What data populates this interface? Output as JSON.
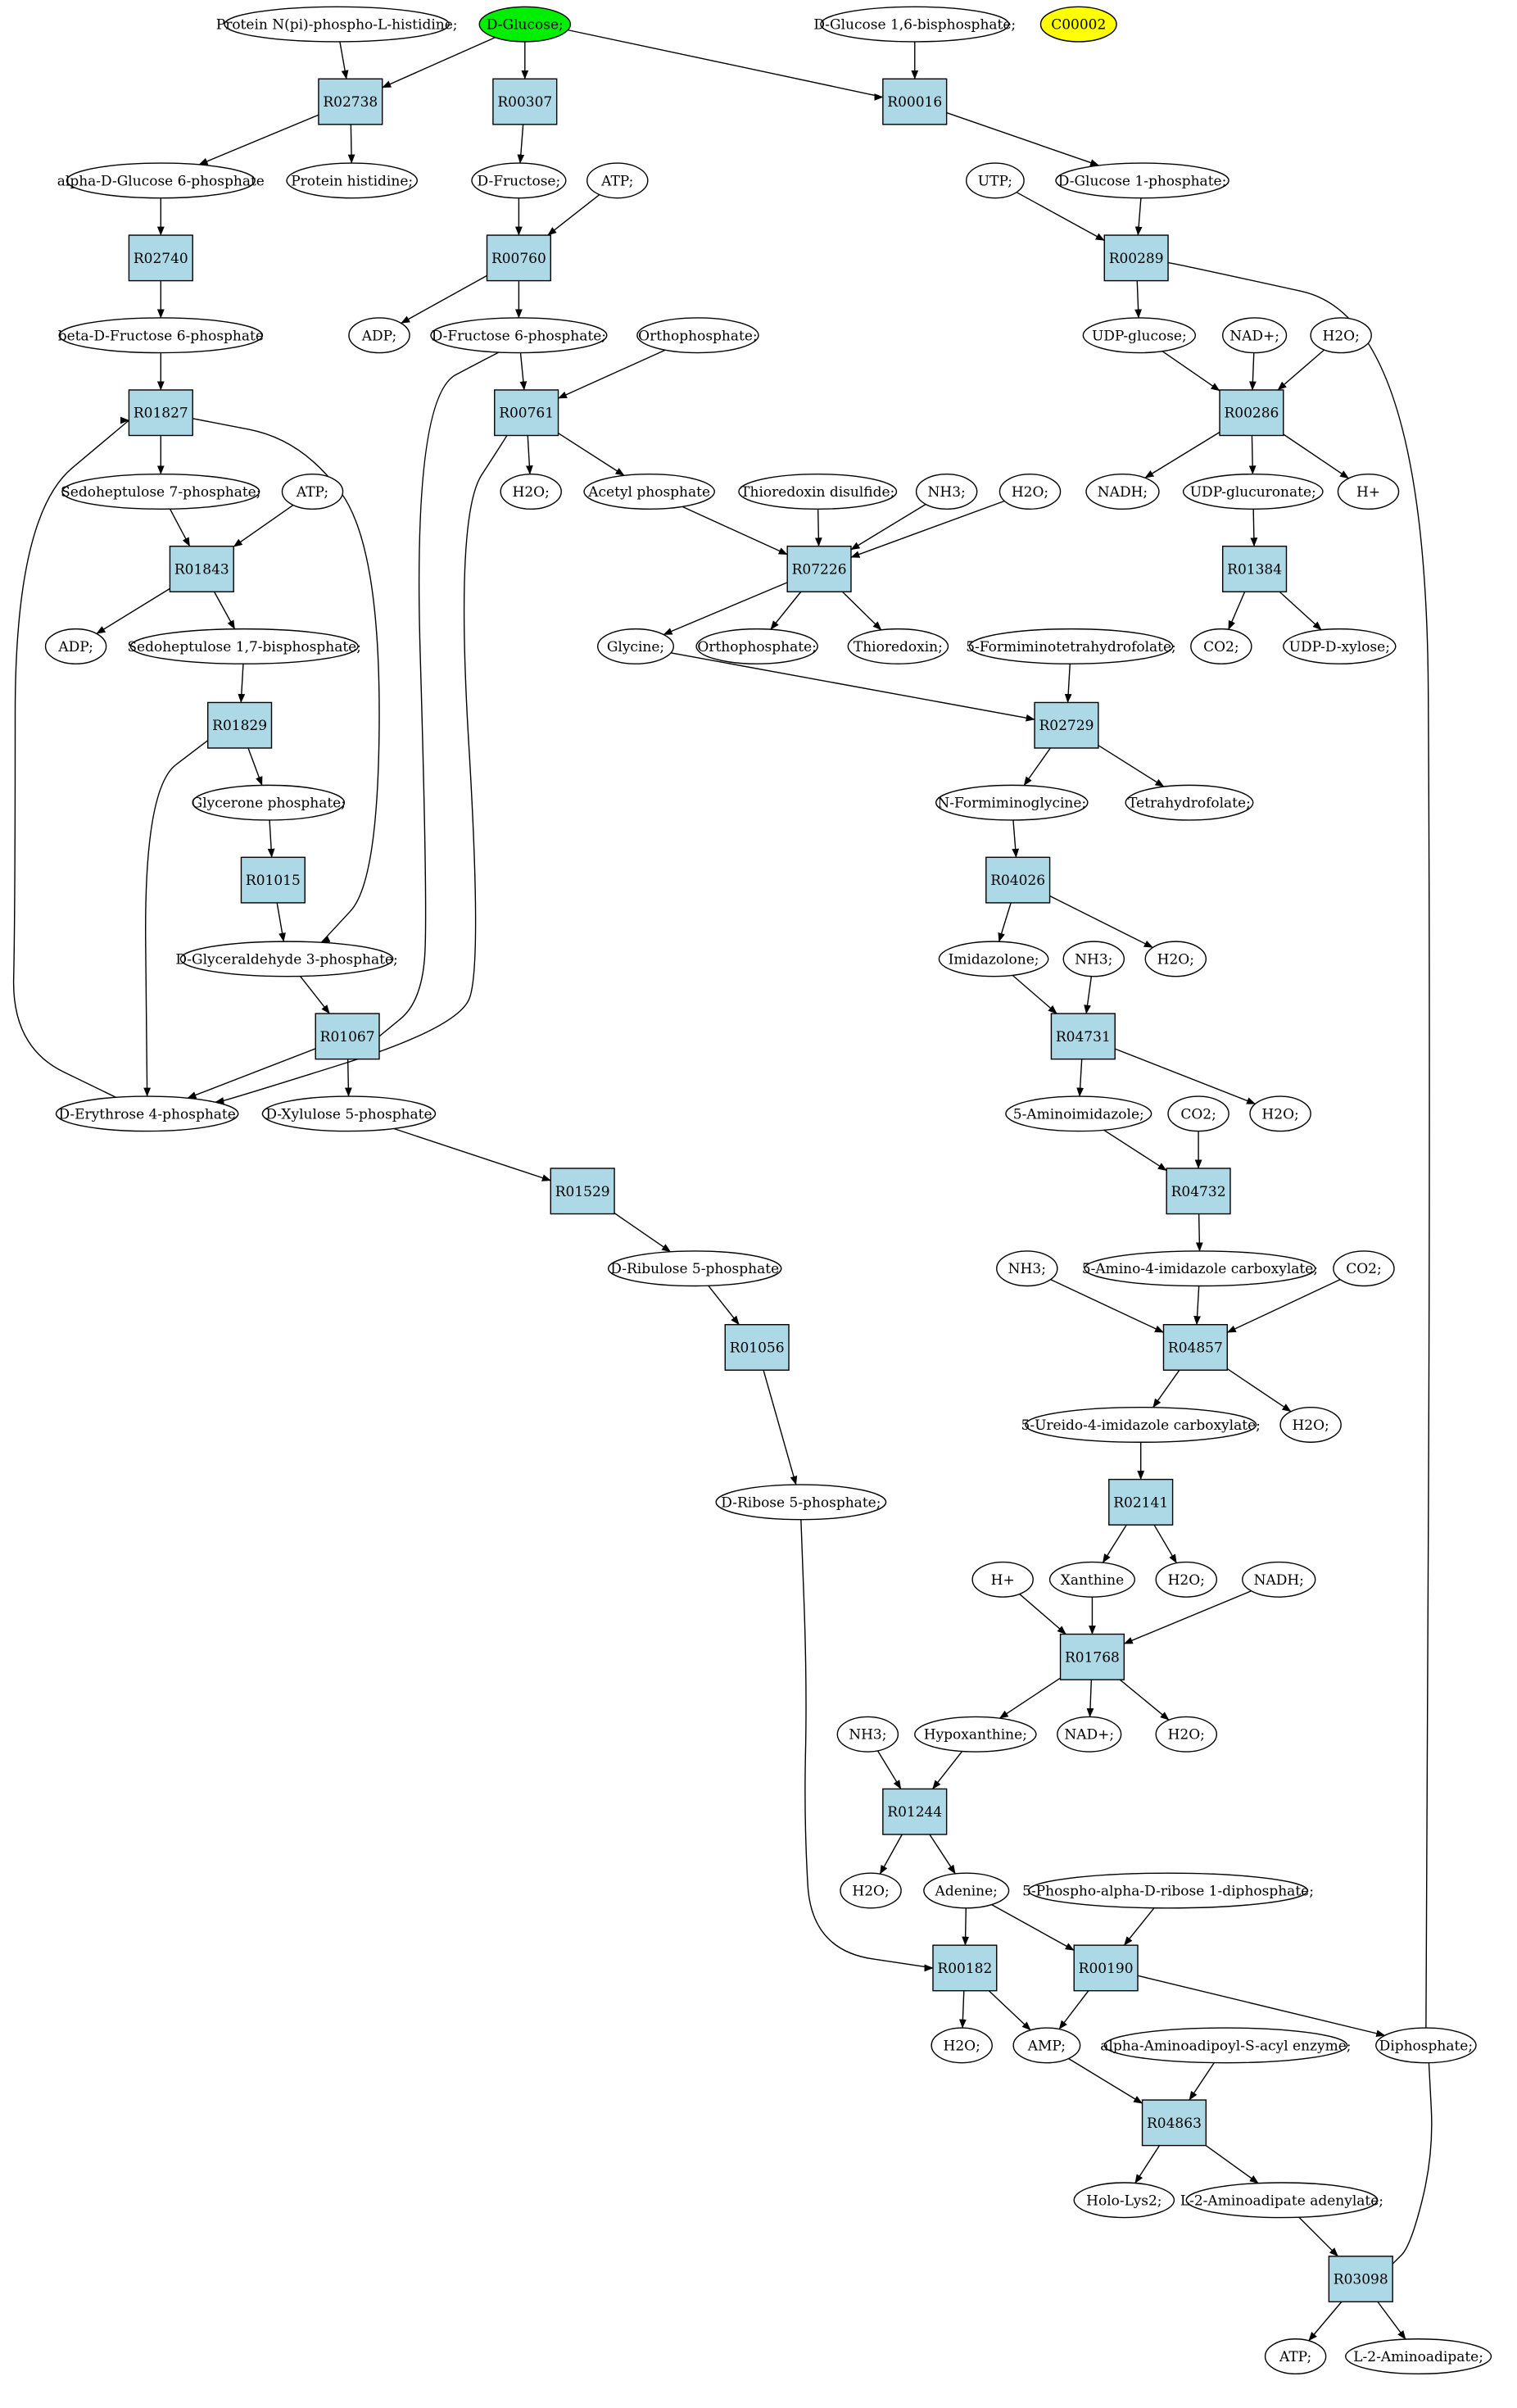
{
  "colors": {
    "compound_fill": "#ffffff",
    "reaction_fill": "#add8e6",
    "start_fill": "#00ee00",
    "target_fill": "#ffff00",
    "line": "#000000"
  },
  "diagram": {
    "compounds": [
      {
        "id": "protein-n-pi-phospho-l-histidine",
        "label": "Protein N(pi)-phospho-L-histidine;"
      },
      {
        "id": "d-glucose",
        "label": "D-Glucose;",
        "role": "start"
      },
      {
        "id": "d-glucose-1-6-bisphosphate",
        "label": "D-Glucose 1,6-bisphosphate;"
      },
      {
        "id": "c00002",
        "label": "C00002",
        "role": "target"
      },
      {
        "id": "alpha-d-glucose-6-phosphate",
        "label": "alpha-D-Glucose 6-phosphate"
      },
      {
        "id": "protein-histidine",
        "label": "Protein histidine;"
      },
      {
        "id": "d-fructose",
        "label": "D-Fructose;"
      },
      {
        "id": "atp-1",
        "label": "ATP;"
      },
      {
        "id": "utp",
        "label": "UTP;"
      },
      {
        "id": "d-glucose-1-phosphate",
        "label": "D-Glucose 1-phosphate;"
      },
      {
        "id": "beta-d-fructose-6-phosphate",
        "label": "beta-D-Fructose 6-phosphate"
      },
      {
        "id": "adp-1",
        "label": "ADP;"
      },
      {
        "id": "d-fructose-6-phosphate",
        "label": "D-Fructose 6-phosphate;"
      },
      {
        "id": "orthophosphate-1",
        "label": "Orthophosphate;"
      },
      {
        "id": "udp-glucose",
        "label": "UDP-glucose;"
      },
      {
        "id": "nad-plus-1",
        "label": "NAD+;"
      },
      {
        "id": "h2o-1",
        "label": "H2O;"
      },
      {
        "id": "sedoheptulose-7-phosphate",
        "label": "Sedoheptulose 7-phosphate;"
      },
      {
        "id": "atp-2",
        "label": "ATP;"
      },
      {
        "id": "h2o-2",
        "label": "H2O;"
      },
      {
        "id": "acetyl-phosphate",
        "label": "Acetyl phosphate"
      },
      {
        "id": "thioredoxin-disulfide",
        "label": "Thioredoxin disulfide;"
      },
      {
        "id": "nh3-1",
        "label": "NH3;"
      },
      {
        "id": "h2o-3",
        "label": "H2O;"
      },
      {
        "id": "nadh-1",
        "label": "NADH;"
      },
      {
        "id": "udp-glucuronate",
        "label": "UDP-glucuronate;"
      },
      {
        "id": "h-plus-1",
        "label": "H+"
      },
      {
        "id": "adp-2",
        "label": "ADP;"
      },
      {
        "id": "sedoheptulose-1-7-bisphosphate",
        "label": "Sedoheptulose 1,7-bisphosphate;"
      },
      {
        "id": "glycine",
        "label": "Glycine;"
      },
      {
        "id": "orthophosphate-2",
        "label": "Orthophosphate;"
      },
      {
        "id": "thioredoxin",
        "label": "Thioredoxin;"
      },
      {
        "id": "5-formiminotetrahydrofolate",
        "label": "5-Formiminotetrahydrofolate;"
      },
      {
        "id": "co2-1",
        "label": "CO2;"
      },
      {
        "id": "udp-d-xylose",
        "label": "UDP-D-xylose;"
      },
      {
        "id": "glycerone-phosphate",
        "label": "Glycerone phosphate;"
      },
      {
        "id": "n-formiminoglycine",
        "label": "N-Formiminoglycine;"
      },
      {
        "id": "tetrahydrofolate",
        "label": "Tetrahydrofolate;"
      },
      {
        "id": "d-glyceraldehyde-3-phosphate",
        "label": "D-Glyceraldehyde 3-phosphate;"
      },
      {
        "id": "imidazolone",
        "label": "Imidazolone;"
      },
      {
        "id": "nh3-2",
        "label": "NH3;"
      },
      {
        "id": "h2o-4",
        "label": "H2O;"
      },
      {
        "id": "d-erythrose-4-phosphate",
        "label": "D-Erythrose 4-phosphate"
      },
      {
        "id": "d-xylulose-5-phosphate",
        "label": "D-Xylulose 5-phosphate"
      },
      {
        "id": "5-aminoimidazole",
        "label": "5-Aminoimidazole;"
      },
      {
        "id": "co2-2",
        "label": "CO2;"
      },
      {
        "id": "h2o-5",
        "label": "H2O;"
      },
      {
        "id": "d-ribulose-5-phosphate",
        "label": "D-Ribulose 5-phosphate"
      },
      {
        "id": "nh3-3",
        "label": "NH3;"
      },
      {
        "id": "5-amino-4-imidazole-carboxylate",
        "label": "5-Amino-4-imidazole carboxylate;"
      },
      {
        "id": "co2-3",
        "label": "CO2;"
      },
      {
        "id": "5-ureido-4-imidazole-carboxylate",
        "label": "5-Ureido-4-imidazole carboxylate;"
      },
      {
        "id": "h2o-6",
        "label": "H2O;"
      },
      {
        "id": "d-ribose-5-phosphate",
        "label": "D-Ribose 5-phosphate;"
      },
      {
        "id": "h-plus-2",
        "label": "H+"
      },
      {
        "id": "xanthine",
        "label": "Xanthine"
      },
      {
        "id": "h2o-7",
        "label": "H2O;"
      },
      {
        "id": "nadh-2",
        "label": "NADH;"
      },
      {
        "id": "nh3-4",
        "label": "NH3;"
      },
      {
        "id": "hypoxanthine",
        "label": "Hypoxanthine;"
      },
      {
        "id": "nad-plus-2",
        "label": "NAD+;"
      },
      {
        "id": "h2o-8",
        "label": "H2O;"
      },
      {
        "id": "h2o-9",
        "label": "H2O;"
      },
      {
        "id": "adenine",
        "label": "Adenine;"
      },
      {
        "id": "5-phospho-alpha-d-ribose-1-diphosphate",
        "label": "5-Phospho-alpha-D-ribose 1-diphosphate;"
      },
      {
        "id": "h2o-10",
        "label": "H2O;"
      },
      {
        "id": "amp",
        "label": "AMP;"
      },
      {
        "id": "alpha-aminoadipoyl-s-acyl-enzyme",
        "label": "alpha-Aminoadipoyl-S-acyl enzyme;"
      },
      {
        "id": "diphosphate",
        "label": "Diphosphate;"
      },
      {
        "id": "holo-lys2",
        "label": "Holo-Lys2;"
      },
      {
        "id": "l-2-aminoadipate-adenylate",
        "label": "L-2-Aminoadipate adenylate;"
      },
      {
        "id": "atp-3",
        "label": "ATP;"
      },
      {
        "id": "l-2-aminoadipate",
        "label": "L-2-Aminoadipate;"
      }
    ],
    "reactions": [
      {
        "id": "r02738",
        "label": "R02738"
      },
      {
        "id": "r00307",
        "label": "R00307"
      },
      {
        "id": "r00016",
        "label": "R00016"
      },
      {
        "id": "r02740",
        "label": "R02740"
      },
      {
        "id": "r00760",
        "label": "R00760"
      },
      {
        "id": "r00289",
        "label": "R00289"
      },
      {
        "id": "r01827",
        "label": "R01827"
      },
      {
        "id": "r00761",
        "label": "R00761"
      },
      {
        "id": "r00286",
        "label": "R00286"
      },
      {
        "id": "r01843",
        "label": "R01843"
      },
      {
        "id": "r07226",
        "label": "R07226"
      },
      {
        "id": "r01384",
        "label": "R01384"
      },
      {
        "id": "r01829",
        "label": "R01829"
      },
      {
        "id": "r02729",
        "label": "R02729"
      },
      {
        "id": "r01015",
        "label": "R01015"
      },
      {
        "id": "r04026",
        "label": "R04026"
      },
      {
        "id": "r01067",
        "label": "R01067"
      },
      {
        "id": "r04731",
        "label": "R04731"
      },
      {
        "id": "r01529",
        "label": "R01529"
      },
      {
        "id": "r04732",
        "label": "R04732"
      },
      {
        "id": "r01056",
        "label": "R01056"
      },
      {
        "id": "r04857",
        "label": "R04857"
      },
      {
        "id": "r02141",
        "label": "R02141"
      },
      {
        "id": "r01768",
        "label": "R01768"
      },
      {
        "id": "r01244",
        "label": "R01244"
      },
      {
        "id": "r00182",
        "label": "R00182"
      },
      {
        "id": "r00190",
        "label": "R00190"
      },
      {
        "id": "r04863",
        "label": "R04863"
      },
      {
        "id": "r03098",
        "label": "R03098"
      }
    ],
    "edges": [
      [
        "protein-n-pi-phospho-l-histidine",
        "r02738"
      ],
      [
        "d-glucose",
        "r02738"
      ],
      [
        "d-glucose",
        "r00307"
      ],
      [
        "d-glucose",
        "r00016"
      ],
      [
        "d-glucose-1-6-bisphosphate",
        "r00016"
      ],
      [
        "r02738",
        "alpha-d-glucose-6-phosphate"
      ],
      [
        "r02738",
        "protein-histidine"
      ],
      [
        "r00307",
        "d-fructose"
      ],
      [
        "r00016",
        "d-glucose-1-phosphate"
      ],
      [
        "alpha-d-glucose-6-phosphate",
        "r02740"
      ],
      [
        "d-fructose",
        "r00760"
      ],
      [
        "atp-1",
        "r00760"
      ],
      [
        "utp",
        "r00289"
      ],
      [
        "d-glucose-1-phosphate",
        "r00289"
      ],
      [
        "r02740",
        "beta-d-fructose-6-phosphate"
      ],
      [
        "r00760",
        "adp-1"
      ],
      [
        "r00760",
        "d-fructose-6-phosphate"
      ],
      [
        "r00289",
        "udp-glucose"
      ],
      [
        "r00289",
        "diphosphate"
      ],
      [
        "beta-d-fructose-6-phosphate",
        "r01827"
      ],
      [
        "d-fructose-6-phosphate",
        "r00761"
      ],
      [
        "orthophosphate-1",
        "r00761"
      ],
      [
        "d-fructose-6-phosphate",
        "r01067"
      ],
      [
        "udp-glucose",
        "r00286"
      ],
      [
        "nad-plus-1",
        "r00286"
      ],
      [
        "h2o-1",
        "r00286"
      ],
      [
        "r01827",
        "sedoheptulose-7-phosphate"
      ],
      [
        "r01827",
        "d-glyceraldehyde-3-phosphate"
      ],
      [
        "r00761",
        "h2o-2"
      ],
      [
        "r00761",
        "acetyl-phosphate"
      ],
      [
        "r00761",
        "d-erythrose-4-phosphate"
      ],
      [
        "r00286",
        "nadh-1"
      ],
      [
        "r00286",
        "udp-glucuronate"
      ],
      [
        "r00286",
        "h-plus-1"
      ],
      [
        "sedoheptulose-7-phosphate",
        "r01843"
      ],
      [
        "atp-2",
        "r01843"
      ],
      [
        "acetyl-phosphate",
        "r07226"
      ],
      [
        "thioredoxin-disulfide",
        "r07226"
      ],
      [
        "nh3-1",
        "r07226"
      ],
      [
        "h2o-3",
        "r07226"
      ],
      [
        "udp-glucuronate",
        "r01384"
      ],
      [
        "r01843",
        "adp-2"
      ],
      [
        "r01843",
        "sedoheptulose-1-7-bisphosphate"
      ],
      [
        "r07226",
        "glycine"
      ],
      [
        "r07226",
        "orthophosphate-2"
      ],
      [
        "r07226",
        "thioredoxin"
      ],
      [
        "r01384",
        "co2-1"
      ],
      [
        "r01384",
        "udp-d-xylose"
      ],
      [
        "sedoheptulose-1-7-bisphosphate",
        "r01829"
      ],
      [
        "glycine",
        "r02729"
      ],
      [
        "5-formiminotetrahydrofolate",
        "r02729"
      ],
      [
        "r01829",
        "glycerone-phosphate"
      ],
      [
        "r01829",
        "d-erythrose-4-phosphate"
      ],
      [
        "r02729",
        "n-formiminoglycine"
      ],
      [
        "r02729",
        "tetrahydrofolate"
      ],
      [
        "glycerone-phosphate",
        "r01015"
      ],
      [
        "n-formiminoglycine",
        "r04026"
      ],
      [
        "r01015",
        "d-glyceraldehyde-3-phosphate"
      ],
      [
        "r04026",
        "imidazolone"
      ],
      [
        "r04026",
        "h2o-4"
      ],
      [
        "d-glyceraldehyde-3-phosphate",
        "r01067"
      ],
      [
        "imidazolone",
        "r04731"
      ],
      [
        "nh3-2",
        "r04731"
      ],
      [
        "r01067",
        "d-erythrose-4-phosphate"
      ],
      [
        "r01067",
        "d-xylulose-5-phosphate"
      ],
      [
        "d-erythrose-4-phosphate",
        "r01827"
      ],
      [
        "r04731",
        "5-aminoimidazole"
      ],
      [
        "r04731",
        "h2o-5"
      ],
      [
        "d-xylulose-5-phosphate",
        "r01529"
      ],
      [
        "5-aminoimidazole",
        "r04732"
      ],
      [
        "co2-2",
        "r04732"
      ],
      [
        "r01529",
        "d-ribulose-5-phosphate"
      ],
      [
        "r04732",
        "5-amino-4-imidazole-carboxylate"
      ],
      [
        "d-ribulose-5-phosphate",
        "r01056"
      ],
      [
        "nh3-3",
        "r04857"
      ],
      [
        "5-amino-4-imidazole-carboxylate",
        "r04857"
      ],
      [
        "co2-3",
        "r04857"
      ],
      [
        "r01056",
        "d-ribose-5-phosphate"
      ],
      [
        "r04857",
        "5-ureido-4-imidazole-carboxylate"
      ],
      [
        "r04857",
        "h2o-6"
      ],
      [
        "5-ureido-4-imidazole-carboxylate",
        "r02141"
      ],
      [
        "r02141",
        "xanthine"
      ],
      [
        "r02141",
        "h2o-7"
      ],
      [
        "h-plus-2",
        "r01768"
      ],
      [
        "xanthine",
        "r01768"
      ],
      [
        "nadh-2",
        "r01768"
      ],
      [
        "r01768",
        "hypoxanthine"
      ],
      [
        "r01768",
        "nad-plus-2"
      ],
      [
        "r01768",
        "h2o-8"
      ],
      [
        "nh3-4",
        "r01244"
      ],
      [
        "hypoxanthine",
        "r01244"
      ],
      [
        "r01244",
        "h2o-9"
      ],
      [
        "r01244",
        "adenine"
      ],
      [
        "d-ribose-5-phosphate",
        "r00182"
      ],
      [
        "adenine",
        "r00182"
      ],
      [
        "adenine",
        "r00190"
      ],
      [
        "5-phospho-alpha-d-ribose-1-diphosphate",
        "r00190"
      ],
      [
        "r00182",
        "h2o-10"
      ],
      [
        "r00182",
        "amp"
      ],
      [
        "r00190",
        "amp"
      ],
      [
        "r00190",
        "diphosphate"
      ],
      [
        "amp",
        "r04863"
      ],
      [
        "alpha-aminoadipoyl-s-acyl-enzyme",
        "r04863"
      ],
      [
        "r04863",
        "holo-lys2"
      ],
      [
        "r04863",
        "l-2-aminoadipate-adenylate"
      ],
      [
        "l-2-aminoadipate-adenylate",
        "r03098"
      ],
      [
        "diphosphate",
        "r03098"
      ],
      [
        "r03098",
        "atp-3"
      ],
      [
        "r03098",
        "l-2-aminoadipate"
      ]
    ]
  }
}
